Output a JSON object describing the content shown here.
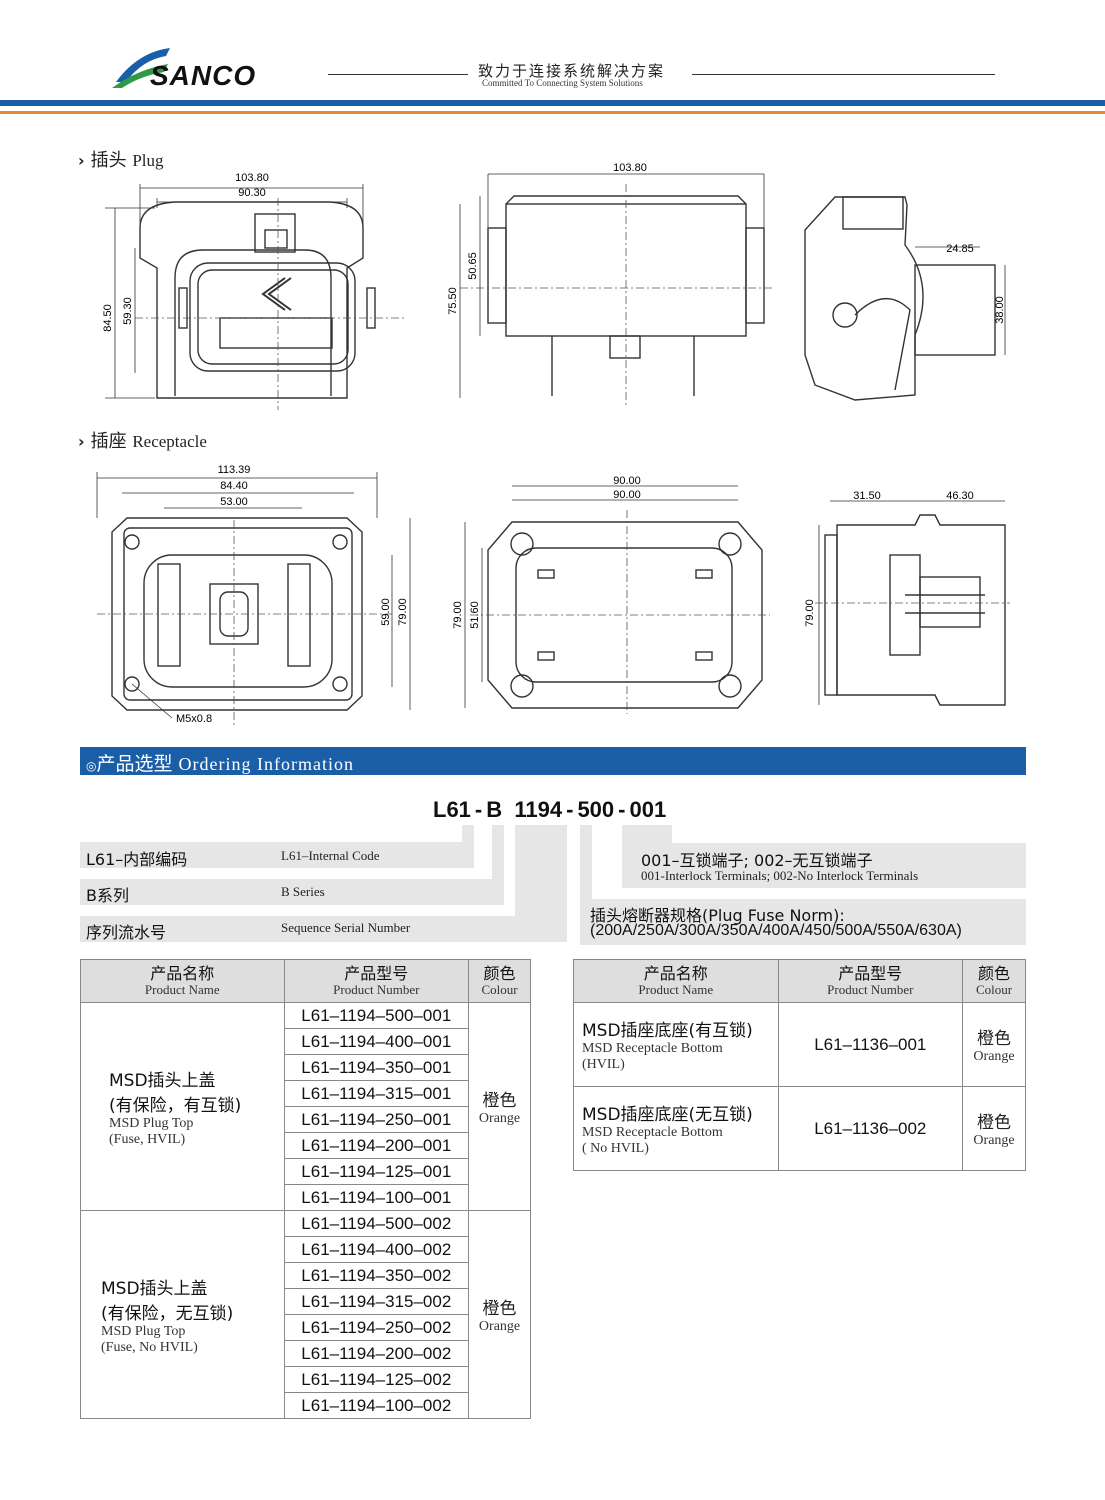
{
  "header": {
    "brand": "SANCO",
    "slogan_cn": "致力于连接系统解决方案",
    "slogan_en": "Committed To Connecting System Solutions",
    "colors": {
      "blue": "#1b5ea8",
      "orange": "#e58a2e"
    }
  },
  "plug": {
    "title_cn": "插头",
    "title_en": "Plug",
    "dims": {
      "front_w_outer": "103.80",
      "front_w_inner": "90.30",
      "front_h_outer": "84.50",
      "front_h_inner": "59.30",
      "side_w": "103.80",
      "side_h_outer": "75.50",
      "side_h_inner": "50.65",
      "end_w": "24.85",
      "end_h": "38.00"
    }
  },
  "receptacle": {
    "title_cn": "插座",
    "title_en": "Receptacle",
    "dims": {
      "front_w1": "113.39",
      "front_w2": "84.40",
      "front_w3": "53.00",
      "front_h1": "59.00",
      "front_h2": "79.00",
      "screw": "M5x0.8",
      "back_w1": "90.00",
      "back_w2": "90.00",
      "back_h1": "79.00",
      "back_h2": "51.60",
      "side_w1": "31.50",
      "side_w2": "46.30",
      "side_h": "79.00"
    }
  },
  "ordering": {
    "title_cn": "产品选型",
    "title_en": "Ordering Information",
    "code_parts": [
      "L61",
      "-",
      "B",
      "1194",
      "-",
      "500",
      "-",
      "001"
    ],
    "left_rows": [
      {
        "cn": "L61–内部编码",
        "en": "L61–Internal Code"
      },
      {
        "cn": "B系列",
        "en": "B Series"
      },
      {
        "cn": "序列流水号",
        "en": "Sequence Serial Number"
      }
    ],
    "right_box1_cn": "001–互锁端子; 002–无互锁端子",
    "right_box1_en": "001-Interlock Terminals; 002-No Interlock Terminals",
    "right_box2_l1": "插头熔断器规格(Plug Fuse Norm):",
    "right_box2_l2": "(200A/250A/300A/350A/400A/450/500A/550A/630A)"
  },
  "table_plug": {
    "headers": [
      {
        "cn": "产品名称",
        "en": "Product Name"
      },
      {
        "cn": "产品型号",
        "en": "Product Number"
      },
      {
        "cn": "颜色",
        "en": "Colour"
      }
    ],
    "groups": [
      {
        "name_cn1": "MSD插头上盖",
        "name_cn2": "(有保险，有互锁)",
        "name_en1": "MSD Plug Top",
        "name_en2": "(Fuse, HVIL)",
        "color_cn": "橙色",
        "color_en": "Orange",
        "numbers": [
          "L61–1194–500–001",
          "L61–1194–400–001",
          "L61–1194–350–001",
          "L61–1194–315–001",
          "L61–1194–250–001",
          "L61–1194–200–001",
          "L61–1194–125–001",
          "L61–1194–100–001"
        ]
      },
      {
        "name_cn1": "MSD插头上盖",
        "name_cn2": "(有保险，无互锁)",
        "name_en1": "MSD Plug Top",
        "name_en2": "(Fuse, No HVIL)",
        "color_cn": "橙色",
        "color_en": "Orange",
        "numbers": [
          "L61–1194–500–002",
          "L61–1194–400–002",
          "L61–1194–350–002",
          "L61–1194–315–002",
          "L61–1194–250–002",
          "L61–1194–200–002",
          "L61–1194–125–002",
          "L61–1194–100–002"
        ]
      }
    ]
  },
  "table_receptacle": {
    "headers": [
      {
        "cn": "产品名称",
        "en": "Product Name"
      },
      {
        "cn": "产品型号",
        "en": "Product Number"
      },
      {
        "cn": "颜色",
        "en": "Colour"
      }
    ],
    "rows": [
      {
        "name_cn": "MSD插座底座(有互锁)",
        "name_en1": "MSD Receptacle Bottom",
        "name_en2": "(HVIL)",
        "number": "L61–1136–001",
        "color_cn": "橙色",
        "color_en": "Orange"
      },
      {
        "name_cn": "MSD插座底座(无互锁)",
        "name_en1": "MSD Receptacle Bottom",
        "name_en2": "( No HVIL)",
        "number": "L61–1136–002",
        "color_cn": "橙色",
        "color_en": "Orange"
      }
    ]
  }
}
